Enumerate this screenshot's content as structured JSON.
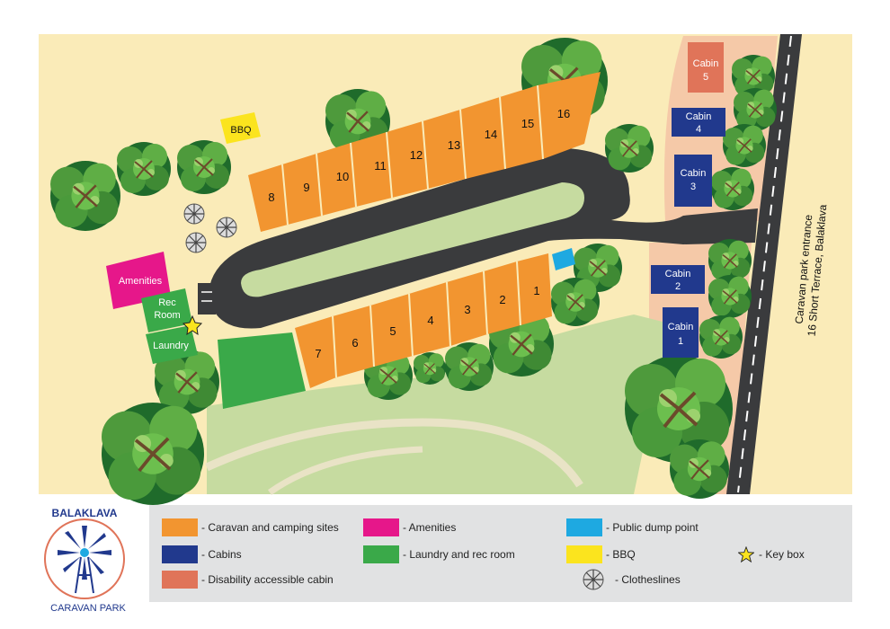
{
  "map": {
    "sites": [
      {
        "id": "site-1",
        "label": "1"
      },
      {
        "id": "site-2",
        "label": "2"
      },
      {
        "id": "site-3",
        "label": "3"
      },
      {
        "id": "site-4",
        "label": "4"
      },
      {
        "id": "site-5",
        "label": "5"
      },
      {
        "id": "site-6",
        "label": "6"
      },
      {
        "id": "site-7",
        "label": "7"
      },
      {
        "id": "site-8",
        "label": "8"
      },
      {
        "id": "site-9",
        "label": "9"
      },
      {
        "id": "site-10",
        "label": "10"
      },
      {
        "id": "site-11",
        "label": "11"
      },
      {
        "id": "site-12",
        "label": "12"
      },
      {
        "id": "site-13",
        "label": "13"
      },
      {
        "id": "site-14",
        "label": "14"
      },
      {
        "id": "site-15",
        "label": "15"
      },
      {
        "id": "site-16",
        "label": "16"
      }
    ],
    "cabins": {
      "cabin1": {
        "line1": "Cabin",
        "line2": "1"
      },
      "cabin2": {
        "line1": "Cabin",
        "line2": "2"
      },
      "cabin3": {
        "line1": "Cabin",
        "line2": "3"
      },
      "cabin4": {
        "line1": "Cabin",
        "line2": "4"
      },
      "cabin5": {
        "line1": "Cabin",
        "line2": "5"
      }
    },
    "bbq_label": "BBQ",
    "amenities_label": "Amenities",
    "rec_room": {
      "line1": "Rec",
      "line2": "Room"
    },
    "laundry_label": "Laundry",
    "entrance": {
      "line1": "Caravan park entrance",
      "line2": "16 Short Terrace, Balaklava"
    }
  },
  "legend": {
    "caravan_sites": "- Caravan and camping sites",
    "cabins": "- Cabins",
    "disability_cabin": "- Disability accessible cabin",
    "amenities": "- Amenities",
    "laundry_rec": "- Laundry and rec room",
    "clotheslines": "- Clotheslines",
    "dump_point": "- Public dump point",
    "bbq": "- BBQ",
    "key_box": "- Key box"
  },
  "logo": {
    "top_text": "BALAKLAVA",
    "bottom_text": "CARAVAN PARK"
  },
  "colors": {
    "background": "#faebb8",
    "site": "#f29530",
    "cabin": "#21398d",
    "disability_cabin": "#e07459",
    "amenities": "#e6178a",
    "laundry_rec": "#3aa949",
    "dump_point": "#1ea9e1",
    "bbq": "#fbe41e",
    "road": "#3a3b3d",
    "grass": "#c6dba0",
    "cabin_area": "#f5c9a8"
  },
  "icons": {
    "key_box": "star-icon",
    "clothesline": "clothesline-icon",
    "tree": "tree-icon",
    "windmill": "windmill-icon"
  }
}
